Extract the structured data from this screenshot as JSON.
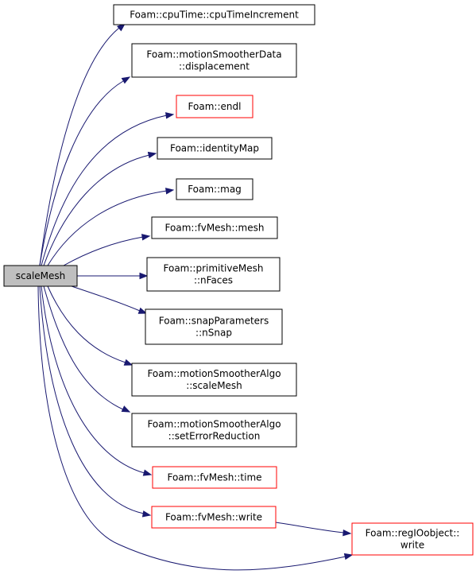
{
  "colors": {
    "edge": "#191970",
    "default_border": "#000000",
    "link_border_red": "#ff0000",
    "root_fill": "#bfbfbf",
    "node_fill": "#ffffff"
  },
  "nodes": [
    {
      "id": "root",
      "lines": [
        "scaleMesh"
      ],
      "style": "root"
    },
    {
      "id": "cpuTimeIncrement",
      "lines": [
        "Foam::cpuTime::cpuTimeIncrement"
      ],
      "style": "black"
    },
    {
      "id": "displacement",
      "lines": [
        "Foam::motionSmootherData",
        "::displacement"
      ],
      "style": "black"
    },
    {
      "id": "endl",
      "lines": [
        "Foam::endl"
      ],
      "style": "red"
    },
    {
      "id": "identityMap",
      "lines": [
        "Foam::identityMap"
      ],
      "style": "black"
    },
    {
      "id": "mag",
      "lines": [
        "Foam::mag"
      ],
      "style": "black"
    },
    {
      "id": "mesh",
      "lines": [
        "Foam::fvMesh::mesh"
      ],
      "style": "black"
    },
    {
      "id": "nFaces",
      "lines": [
        "Foam::primitiveMesh",
        "::nFaces"
      ],
      "style": "black"
    },
    {
      "id": "nSnap",
      "lines": [
        "Foam::snapParameters",
        "::nSnap"
      ],
      "style": "black"
    },
    {
      "id": "scaleMeshAlgo",
      "lines": [
        "Foam::motionSmootherAlgo",
        "::scaleMesh"
      ],
      "style": "black"
    },
    {
      "id": "setErrorReduction",
      "lines": [
        "Foam::motionSmootherAlgo",
        "::setErrorReduction"
      ],
      "style": "black"
    },
    {
      "id": "time",
      "lines": [
        "Foam::fvMesh::time"
      ],
      "style": "red"
    },
    {
      "id": "fvWrite",
      "lines": [
        "Foam::fvMesh::write"
      ],
      "style": "red"
    },
    {
      "id": "regWrite",
      "lines": [
        "Foam::regIOobject::",
        "write"
      ],
      "style": "red"
    }
  ],
  "edges": [
    {
      "from": "root",
      "to": "cpuTimeIncrement"
    },
    {
      "from": "root",
      "to": "displacement"
    },
    {
      "from": "root",
      "to": "endl"
    },
    {
      "from": "root",
      "to": "identityMap"
    },
    {
      "from": "root",
      "to": "mag"
    },
    {
      "from": "root",
      "to": "mesh"
    },
    {
      "from": "root",
      "to": "nFaces"
    },
    {
      "from": "root",
      "to": "nSnap"
    },
    {
      "from": "root",
      "to": "scaleMeshAlgo"
    },
    {
      "from": "root",
      "to": "setErrorReduction"
    },
    {
      "from": "root",
      "to": "time"
    },
    {
      "from": "root",
      "to": "fvWrite"
    },
    {
      "from": "root",
      "to": "regWrite"
    },
    {
      "from": "fvWrite",
      "to": "regWrite"
    }
  ]
}
